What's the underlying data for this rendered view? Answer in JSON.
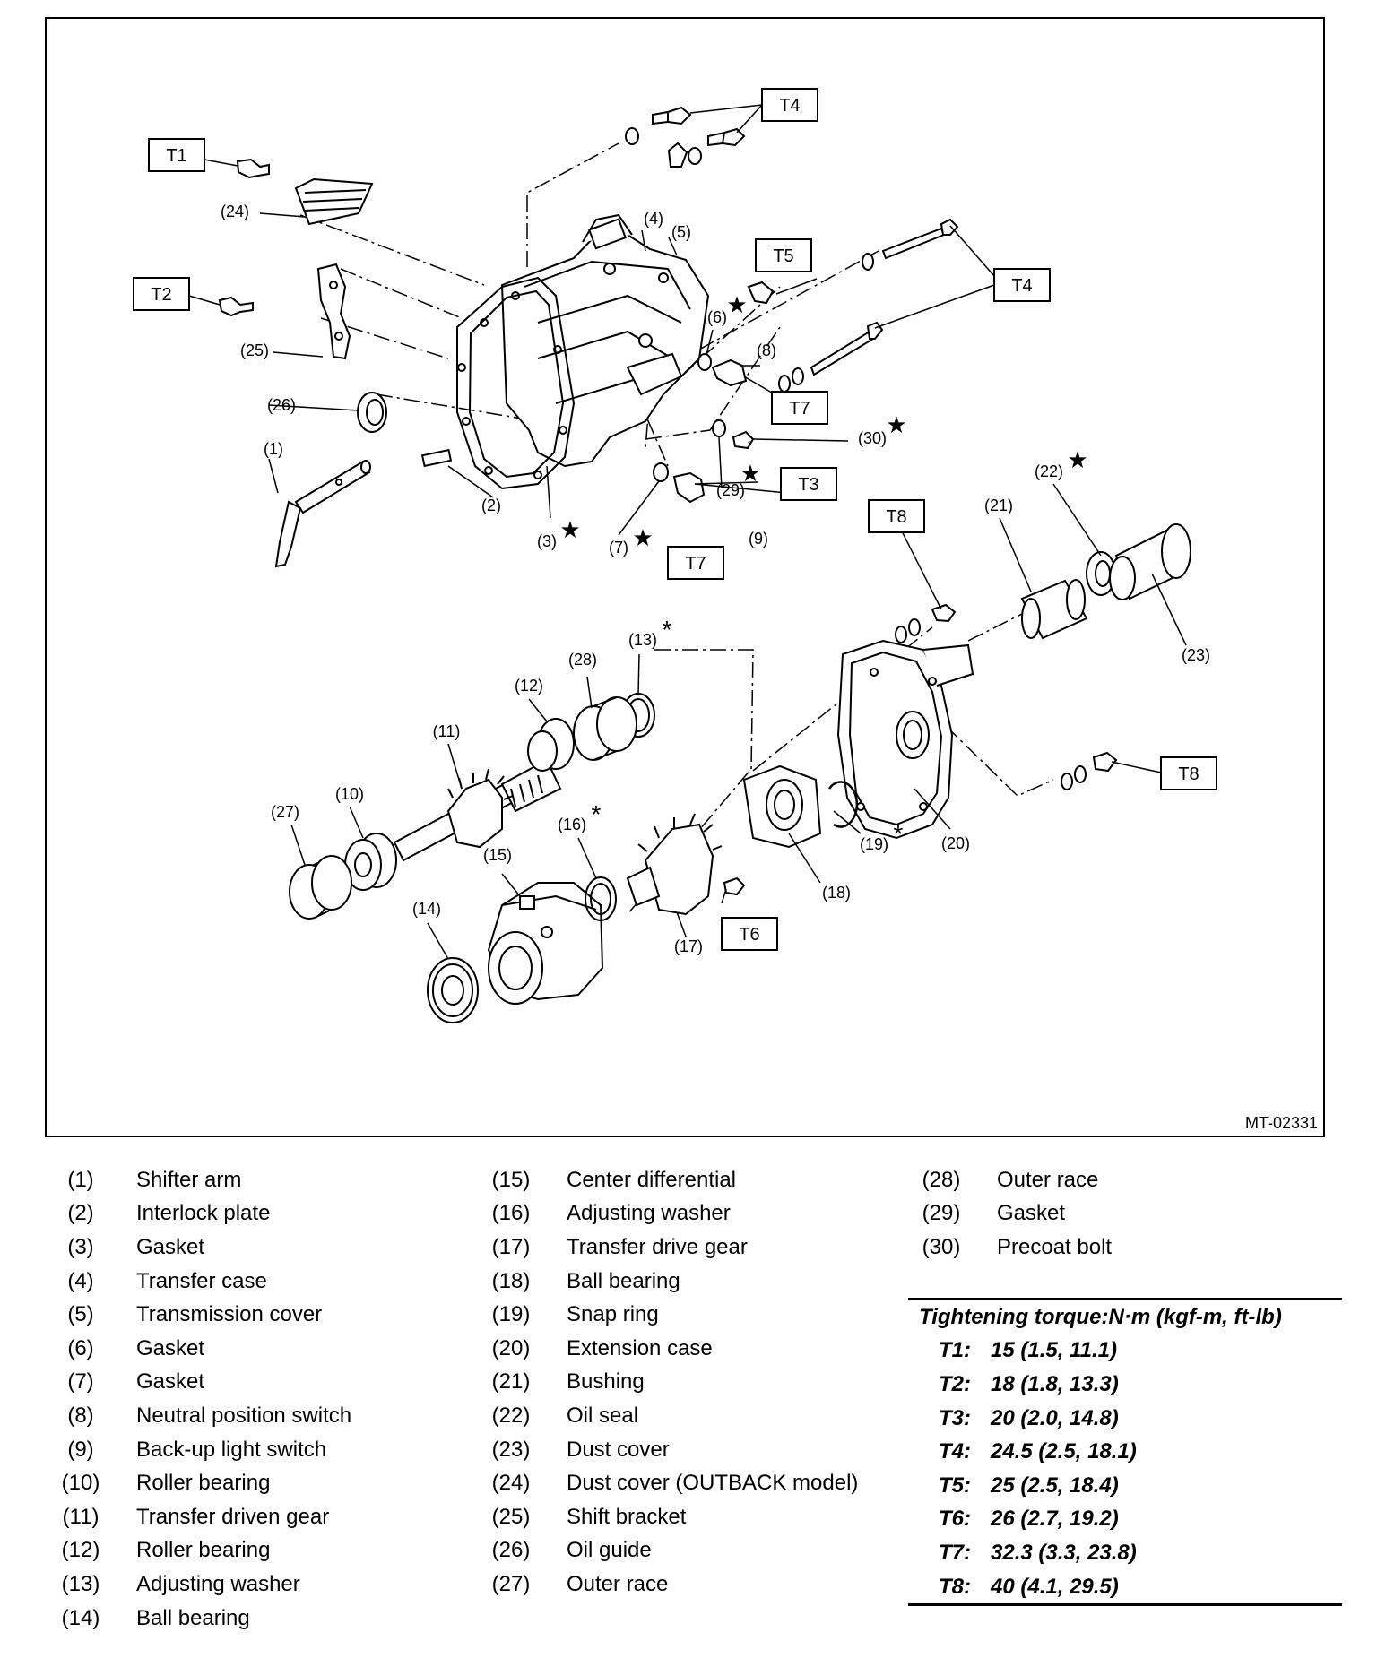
{
  "diagram": {
    "figure_code": "MT-02331",
    "callouts": {
      "c1": "(1)",
      "c2": "(2)",
      "c3": "(3)",
      "c4": "(4)",
      "c5": "(5)",
      "c6": "(6)",
      "c7": "(7)",
      "c8": "(8)",
      "c9": "(9)",
      "c10": "(10)",
      "c11": "(11)",
      "c12": "(12)",
      "c13": "(13)",
      "c14": "(14)",
      "c15": "(15)",
      "c16": "(16)",
      "c17": "(17)",
      "c18": "(18)",
      "c19": "(19)",
      "c20": "(20)",
      "c21": "(21)",
      "c22": "(22)",
      "c23": "(23)",
      "c24": "(24)",
      "c25": "(25)",
      "c26": "(26)",
      "c27": "(27)",
      "c28": "(28)",
      "c29": "(29)",
      "c30": "(30)"
    },
    "torque_tags": {
      "t1": "T1",
      "t2": "T2",
      "t3": "T3",
      "t4a": "T4",
      "t4b": "T4",
      "t5": "T5",
      "t6": "T6",
      "t7a": "T7",
      "t7b": "T7",
      "t8a": "T8",
      "t8b": "T8"
    },
    "markers": {
      "star": "★",
      "asterisk": "*"
    }
  },
  "legend": [
    [
      {
        "num": "(1)",
        "label": "Shifter arm"
      },
      {
        "num": "(2)",
        "label": "Interlock plate"
      },
      {
        "num": "(3)",
        "label": "Gasket"
      },
      {
        "num": "(4)",
        "label": "Transfer case"
      },
      {
        "num": "(5)",
        "label": "Transmission cover"
      },
      {
        "num": "(6)",
        "label": "Gasket"
      },
      {
        "num": "(7)",
        "label": "Gasket"
      },
      {
        "num": "(8)",
        "label": "Neutral position switch"
      },
      {
        "num": "(9)",
        "label": "Back-up light switch"
      },
      {
        "num": "(10)",
        "label": "Roller bearing"
      },
      {
        "num": "(11)",
        "label": "Transfer driven gear"
      },
      {
        "num": "(12)",
        "label": "Roller bearing"
      },
      {
        "num": "(13)",
        "label": "Adjusting washer"
      },
      {
        "num": "(14)",
        "label": "Ball bearing"
      }
    ],
    [
      {
        "num": "(15)",
        "label": "Center differential"
      },
      {
        "num": "(16)",
        "label": "Adjusting washer"
      },
      {
        "num": "(17)",
        "label": "Transfer drive gear"
      },
      {
        "num": "(18)",
        "label": "Ball bearing"
      },
      {
        "num": "(19)",
        "label": "Snap ring"
      },
      {
        "num": "(20)",
        "label": "Extension case"
      },
      {
        "num": "(21)",
        "label": "Bushing"
      },
      {
        "num": "(22)",
        "label": "Oil seal"
      },
      {
        "num": "(23)",
        "label": "Dust cover"
      },
      {
        "num": "(24)",
        "label": "Dust cover (OUTBACK model)"
      },
      {
        "num": "(25)",
        "label": "Shift bracket"
      },
      {
        "num": "(26)",
        "label": "Oil guide"
      },
      {
        "num": "(27)",
        "label": "Outer race"
      }
    ],
    [
      {
        "num": "(28)",
        "label": "Outer race"
      },
      {
        "num": "(29)",
        "label": "Gasket"
      },
      {
        "num": "(30)",
        "label": "Precoat bolt"
      }
    ]
  ],
  "torque": {
    "title": "Tightening torque:N·m (kgf-m, ft-lb)",
    "rows": [
      {
        "key": "T1:",
        "value": "15 (1.5, 11.1)"
      },
      {
        "key": "T2:",
        "value": "18 (1.8, 13.3)"
      },
      {
        "key": "T3:",
        "value": "20 (2.0, 14.8)"
      },
      {
        "key": "T4:",
        "value": "24.5 (2.5, 18.1)"
      },
      {
        "key": "T5:",
        "value": "25 (2.5, 18.4)"
      },
      {
        "key": "T6:",
        "value": "26 (2.7, 19.2)"
      },
      {
        "key": "T7:",
        "value": "32.3 (3.3, 23.8)"
      },
      {
        "key": "T8:",
        "value": "40 (4.1, 29.5)"
      }
    ]
  }
}
